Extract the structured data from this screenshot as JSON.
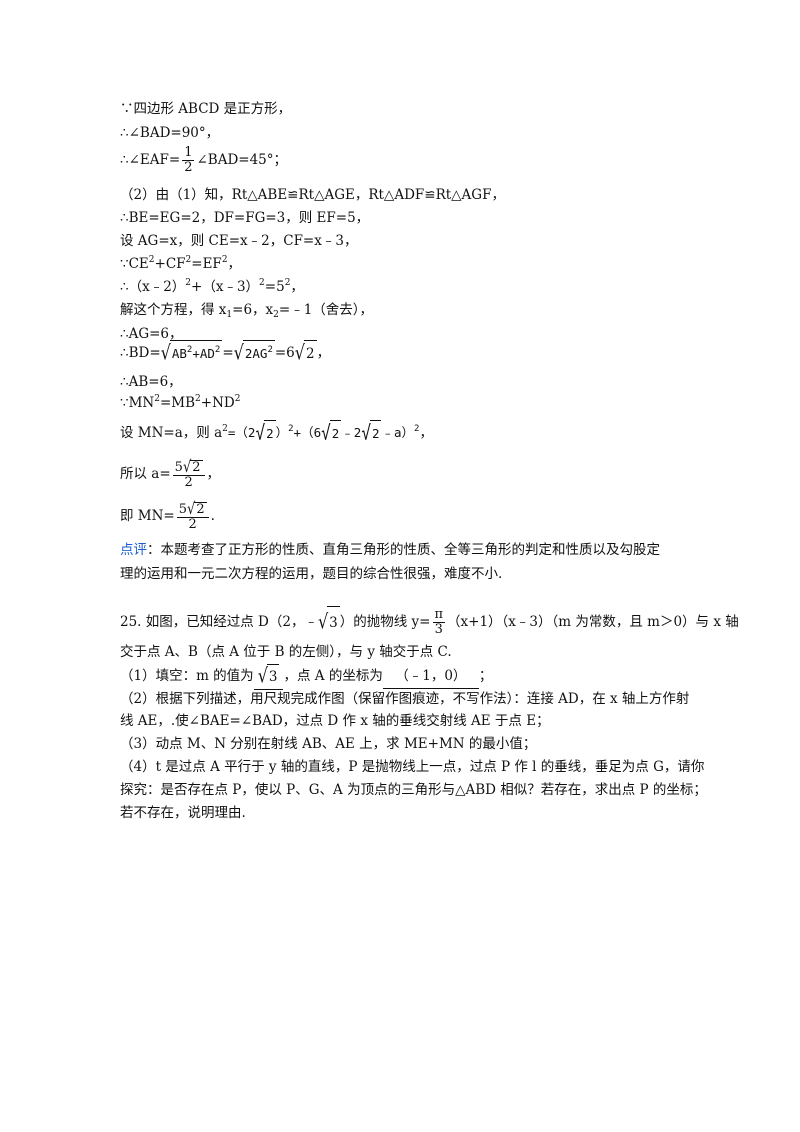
{
  "solution": {
    "l1": "∵四边形 ABCD 是正方形，",
    "l2": "∴∠BAD=90°，",
    "l3_pre": "∴∠EAF=",
    "l3_num": "1",
    "l3_den": "2",
    "l3_post": "∠BAD=45°；",
    "l4": "（2）由（1）知，Rt△ABE≌Rt△AGE，Rt△ADF≌Rt△AGF，",
    "l5": "∴BE=EG=2，DF=FG=3，则 EF=5，",
    "l6": "设 AG=x，则 CE=x﹣2，CF=x﹣3，",
    "l7_a": "∵CE",
    "l7_b": "+CF",
    "l7_c": "=EF",
    "l7_d": "，",
    "sq2": "2",
    "l8_a": "∴（x﹣2）",
    "l8_b": "+（x﹣3）",
    "l8_c": "=5",
    "l8_d": "，",
    "l9_a": "解这个方程，得 x",
    "l9_b": "=6，x",
    "l9_c": "=﹣1（舍去），",
    "sub1": "1",
    "sub2": "2",
    "l10": "∴AG=6，",
    "l11_pre": "∴BD=",
    "l11_r1": "AB",
    "l11_r1b": "+AD",
    "l11_eq": "=",
    "l11_r2": "2AG",
    "l11_eq2": "=6",
    "l11_r3": "2",
    "l11_post": "，",
    "l12": "∴AB=6，",
    "l13_a": "∵MN",
    "l13_b": "=MB",
    "l13_c": "+ND",
    "l14_pre": "设 MN=a，则 a",
    "l14_mid1": "=（2",
    "l14_r": "2",
    "l14_mid2": "）",
    "l14_mid3": "+（6",
    "l14_mid4": "﹣2",
    "l14_mid5": "﹣a）",
    "l14_post": "，",
    "l15_pre": "所以 a=",
    "l15_num_c": "5",
    "l15_num_r": "2",
    "l15_den": "2",
    "l15_post": "，",
    "l16_pre": "即 MN=",
    "l16_post": "."
  },
  "comment": {
    "label": "点评",
    "line1": "：本题考查了正方形的性质、直角三角形的性质、全等三角形的判定和性质以及勾股定",
    "line2": "理的运用和一元二次方程的运用，题目的综合性很强，难度不小."
  },
  "problem": {
    "p1_a": "25. 如图，已知经过点 D（2，﹣",
    "p1_r": "3",
    "p1_b": "）的抛物线 y=",
    "p1_num": "π",
    "p1_den": "3",
    "p1_c": "（x+1）（x﹣3）（m 为常数，且 m＞0）与 x 轴",
    "p2": "交于点 A、B（点 A 位于 B 的左侧），与 y 轴交于点 C.",
    "q1_a": "（1）填空：m 的值为",
    "q1_ans1": "3",
    "q1_b": "，点 A 的坐标为",
    "q1_ans2": "（﹣1，0）",
    "q1_c": "；",
    "q2_l1": "（2）根据下列描述，用尺规完成作图（保留作图痕迹，不写作法）：连接 AD，在 x 轴上方作射",
    "q2_l2": "线 AE，.使∠BAE=∠BAD，过点 D 作 x 轴的垂线交射线 AE 于点 E；",
    "q3": "（3）动点 M、N 分别在射线 AB、AE 上，求 ME+MN 的最小值；",
    "q4_l1": "（4）t 是过点 A 平行于 y 轴的直线，P 是抛物线上一点，过点 P 作 l 的垂线，垂足为点 G，请你",
    "q4_l2": "探究：是否存在点 P，使以 P、G、A 为顶点的三角形与△ABD 相似？若存在，求出点 P 的坐标；",
    "q4_l3": "若不存在，说明理由."
  }
}
